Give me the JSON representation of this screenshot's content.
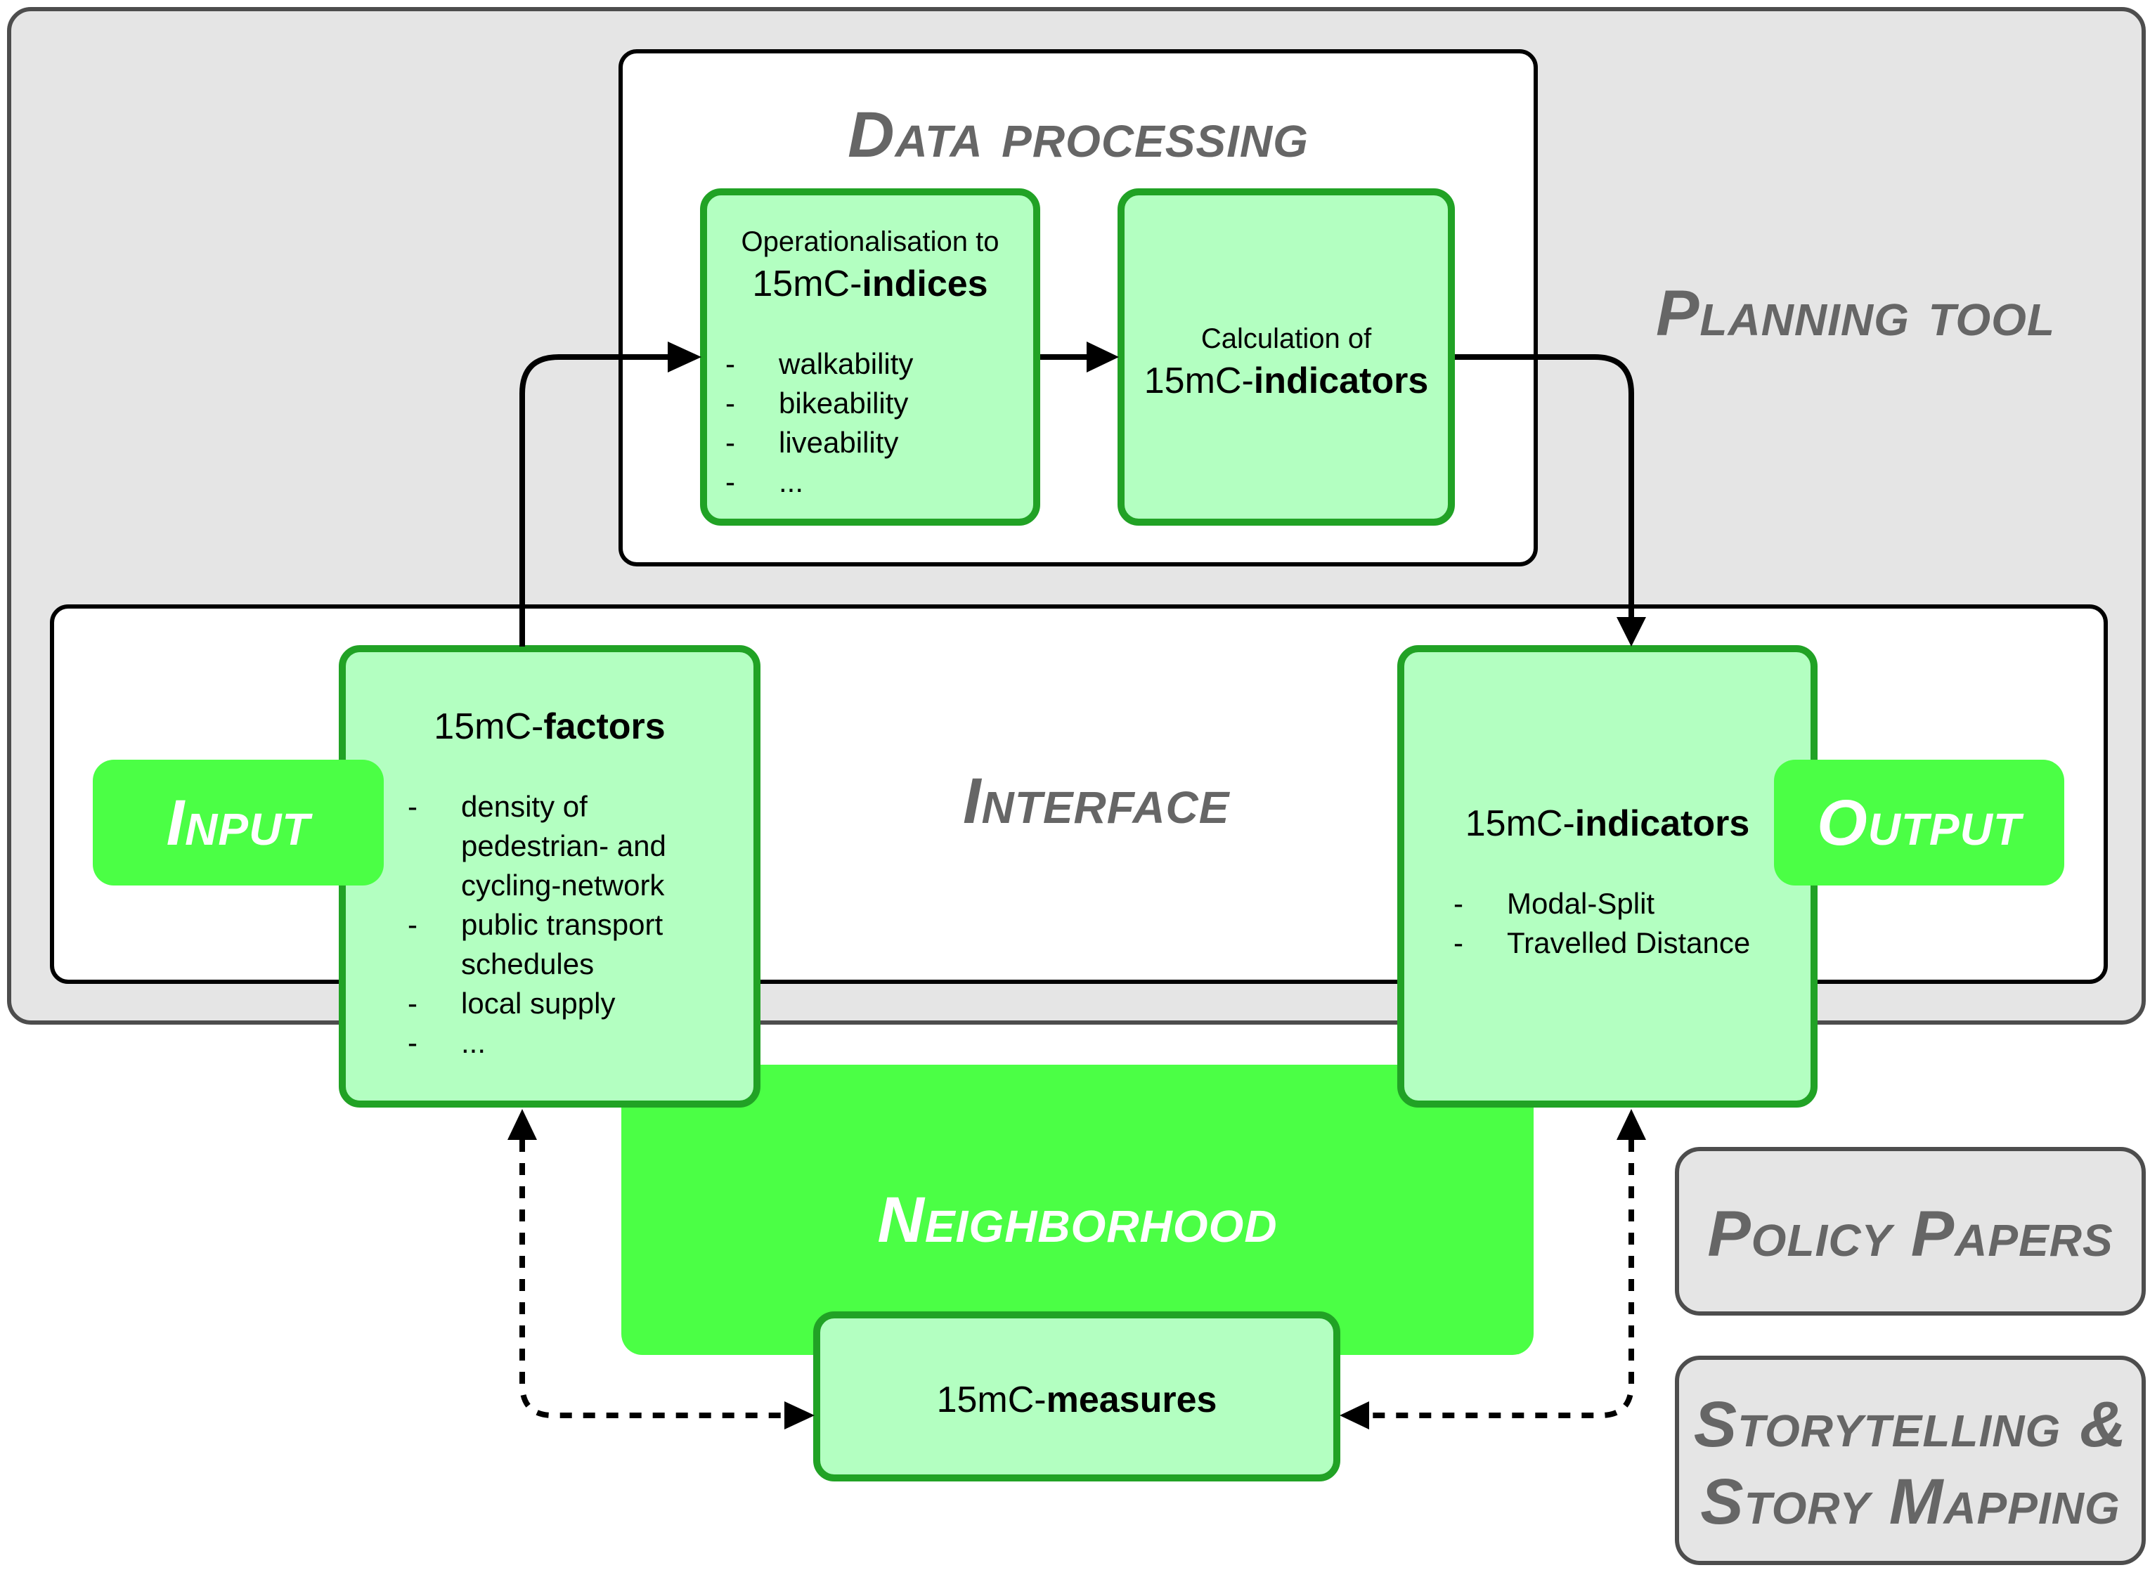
{
  "planning_tool": {
    "label": "Planning tool"
  },
  "data_processing": {
    "label": "Data processing",
    "operationalisation": {
      "line1": "Operationalisation to",
      "prefix": "15mC-",
      "bold": "indices",
      "items": [
        "walkability",
        "bikeability",
        "liveability",
        "..."
      ]
    },
    "calculation": {
      "line1": "Calculation of",
      "prefix": "15mC-",
      "bold": "indicators"
    }
  },
  "interface": {
    "label": "Interface",
    "input_label": "Input",
    "output_label": "Output",
    "factors": {
      "prefix": "15mC-",
      "bold": "factors",
      "items": [
        [
          "density of",
          "pedestrian- and",
          "cycling-network"
        ],
        [
          "public transport",
          "schedules"
        ],
        [
          "local supply"
        ],
        [
          "..."
        ]
      ]
    },
    "indicators": {
      "prefix": "15mC-",
      "bold": "indicators",
      "items": [
        "Modal-Split",
        "Travelled Distance"
      ]
    }
  },
  "neighborhood": {
    "label": "Neighborhood",
    "measures": {
      "prefix": "15mC-",
      "bold": "measures"
    }
  },
  "side_boxes": {
    "policy_papers": "Policy Papers",
    "storytelling_line1": "Storytelling &",
    "storytelling_line2": "Story Mapping"
  },
  "list_dash": "-",
  "colors": {
    "gray_fill": "#e5e5e5",
    "gray_stroke": "#4d4d4d",
    "label_gray": "#666666",
    "light_green_fill": "#b3ffc1",
    "green_stroke": "#21a225",
    "bright_green": "#4bff45"
  }
}
